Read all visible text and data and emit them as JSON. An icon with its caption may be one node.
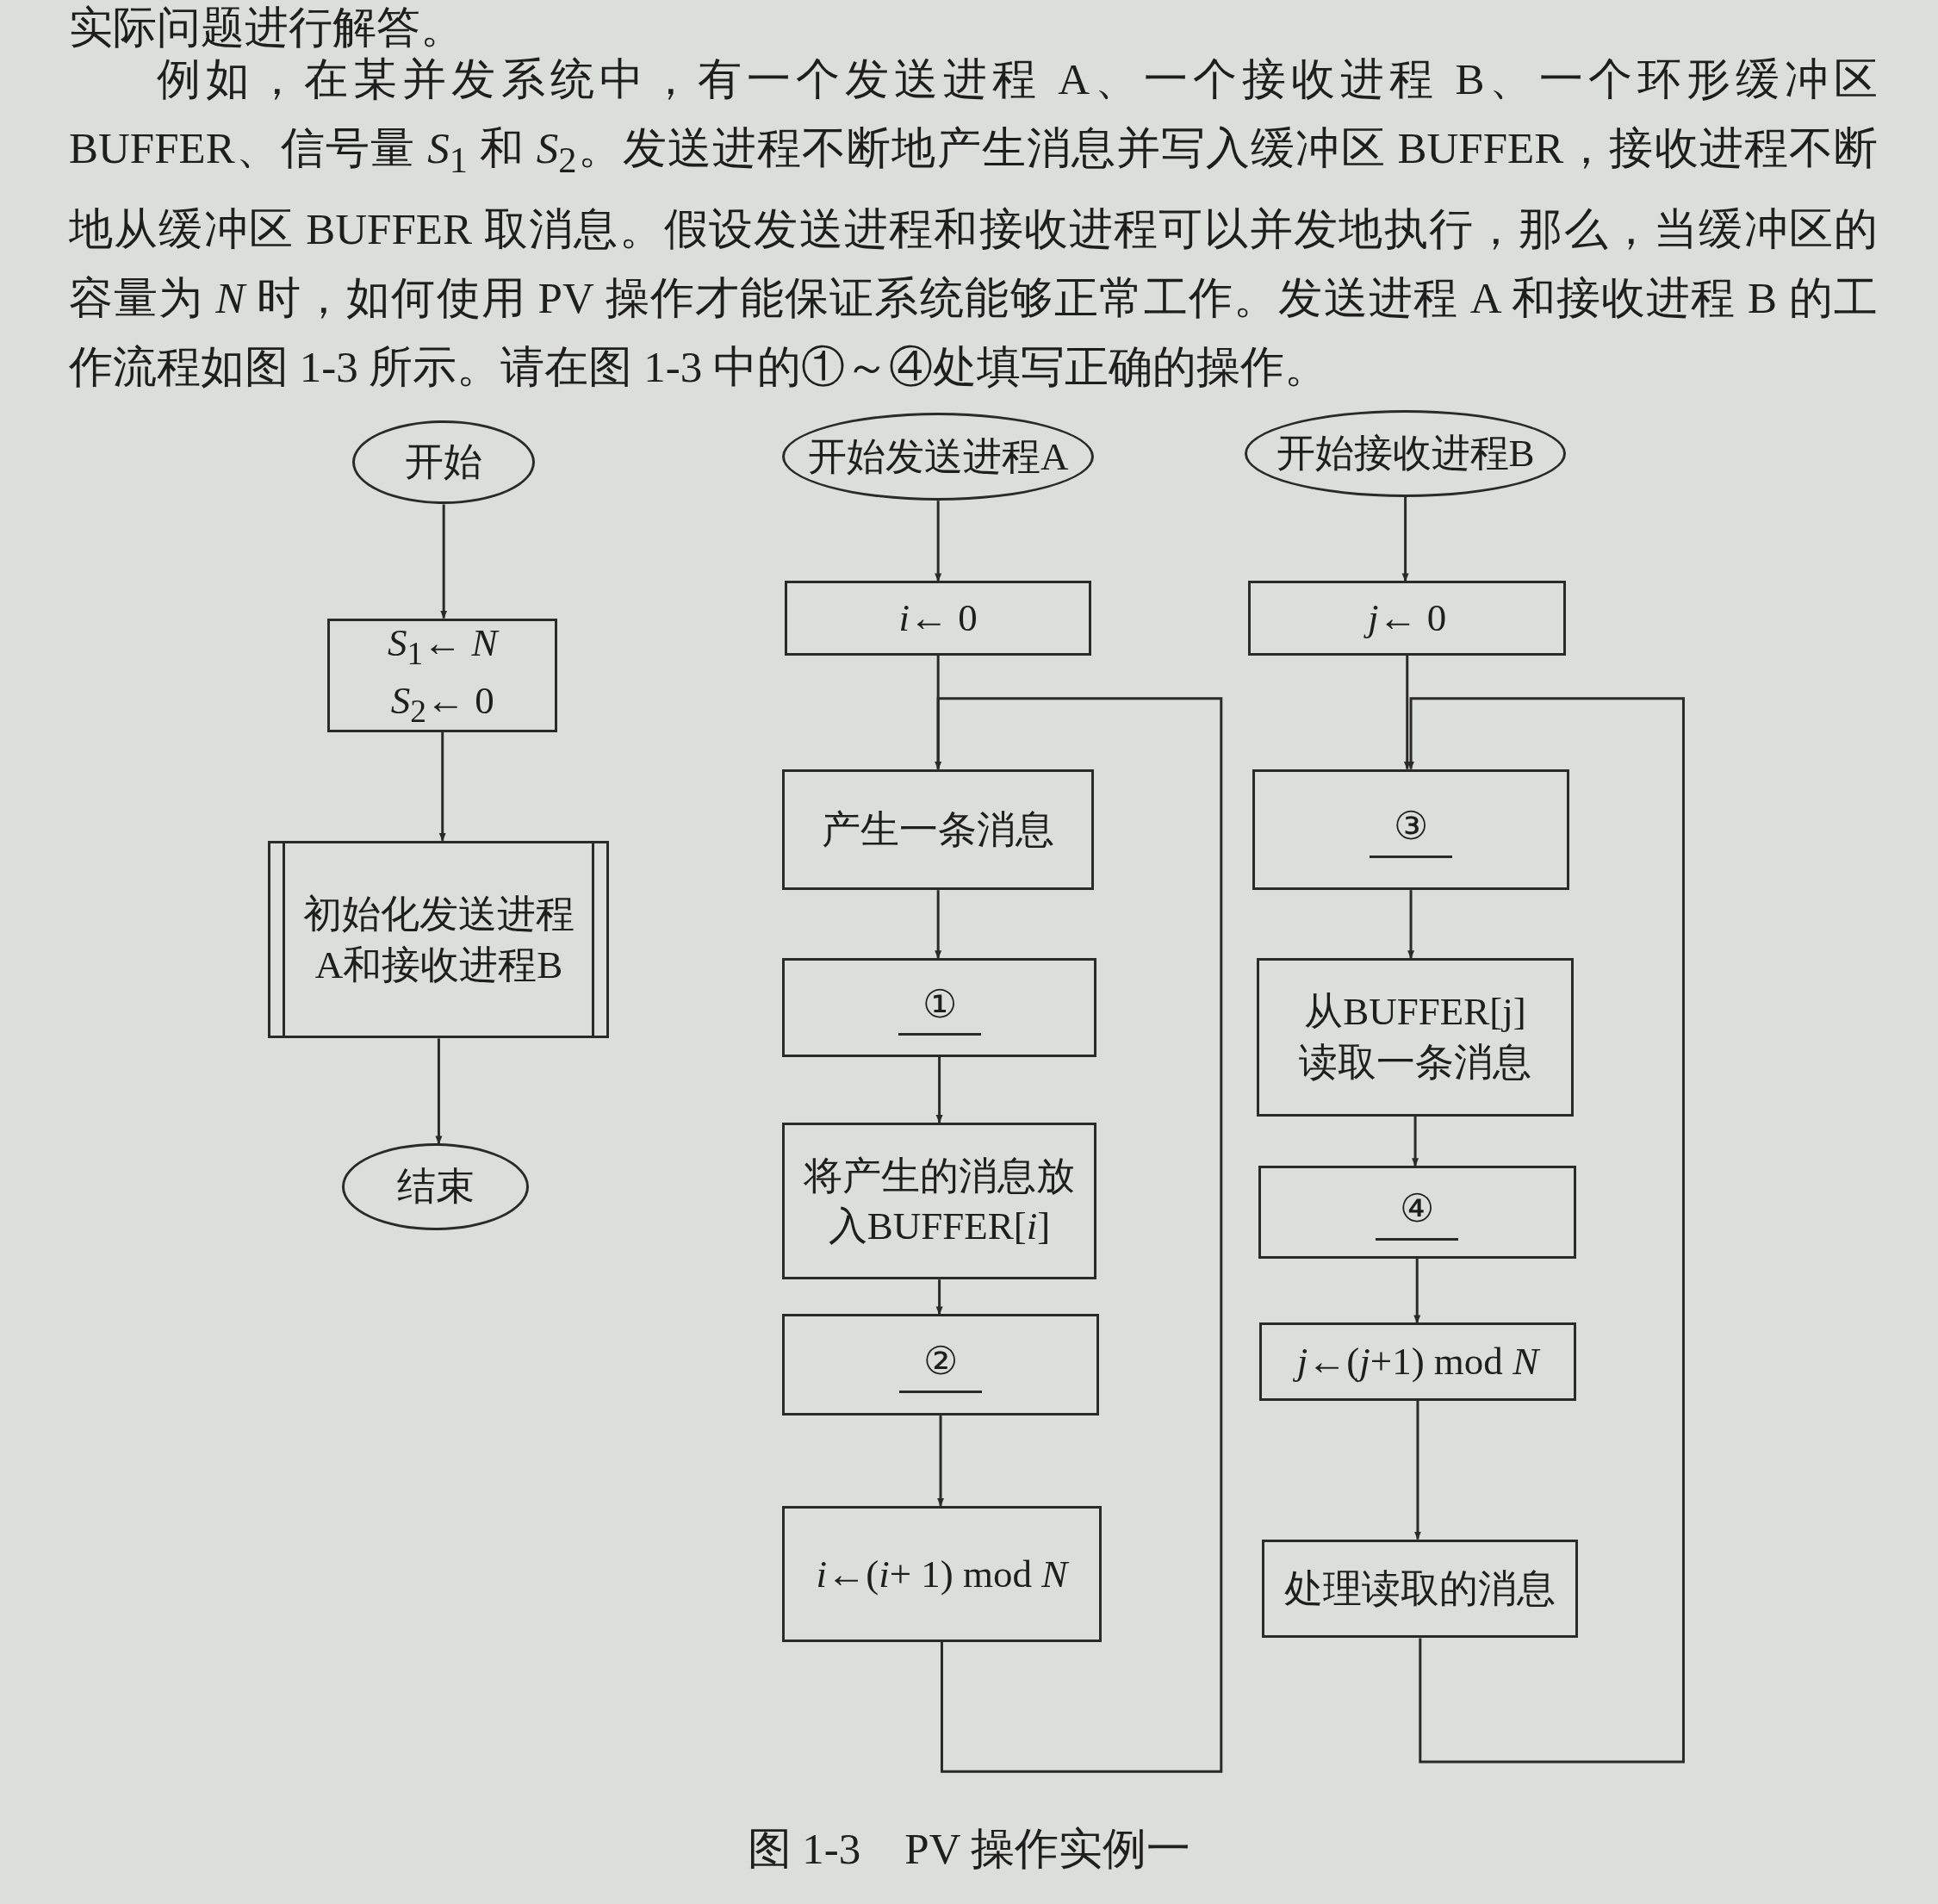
{
  "diagram": {
    "caption": "图 1-3　PV 操作实例一",
    "nodes": [
      {
        "text": [
          "开始"
        ]
      },
      {
        "text": [
          "*S*$_{1}$← *N*",
          "*S*$_{2}$← 0"
        ]
      },
      {
        "text": [
          "初始化发送进程A和接收进程B"
        ]
      },
      {
        "text": [
          "结束"
        ]
      },
      {
        "text": [
          "开始发送进程A"
        ]
      },
      {
        "text": [
          "*i*← 0"
        ]
      },
      {
        "text": [
          "产生一条消息"
        ]
      },
      {
        "text": [
          "①"
        ]
      },
      {
        "text": [
          "将产生的消息放入BUFFER[*i*]"
        ]
      },
      {
        "text": [
          "②"
        ]
      },
      {
        "text": [
          "*i*←(*i*+ 1) mod *N*"
        ]
      },
      {
        "text": [
          "开始接收进程B"
        ]
      },
      {
        "text": [
          "*j*← 0"
        ]
      },
      {
        "text": [
          "③"
        ]
      },
      {
        "text": [
          "从BUFFER[j]读取一条消息"
        ]
      },
      {
        "text": [
          "④"
        ]
      },
      {
        "text": [
          "*j*←(*j*+1) mod *N*"
        ]
      },
      {
        "text": [
          "处理读取的消息"
        ]
      }
    ],
    "edges": [
      {
        "from": 0,
        "to": 1,
        "arrow": "to"
      },
      {
        "from": 1,
        "to": 2,
        "arrow": "to"
      },
      {
        "from": 2,
        "to": 3,
        "arrow": "to"
      },
      {
        "from": 4,
        "to": 5,
        "arrow": "to"
      },
      {
        "from": 5,
        "to": 6,
        "arrow": "to"
      },
      {
        "from": 6,
        "to": 7,
        "arrow": "to"
      },
      {
        "from": 7,
        "to": 8,
        "arrow": "to"
      },
      {
        "from": 8,
        "to": 9,
        "arrow": "to"
      },
      {
        "from": 9,
        "to": 10,
        "arrow": "to"
      },
      {
        "from": 10,
        "to": 6,
        "arrow": "to"
      },
      {
        "from": 11,
        "to": 12,
        "arrow": "to"
      },
      {
        "from": 12,
        "to": 13,
        "arrow": "to"
      },
      {
        "from": 13,
        "to": 14,
        "arrow": "to"
      },
      {
        "from": 14,
        "to": 15,
        "arrow": "to"
      },
      {
        "from": 15,
        "to": 16,
        "arrow": "to"
      },
      {
        "from": 16,
        "to": 17,
        "arrow": "to"
      },
      {
        "from": 17,
        "to": 13,
        "arrow": "to"
      }
    ],
    "labels": [
      "实际问题进行解答。",
      "例如，在某并发系统中，有一个发送进程 A、一个接收进程 B、一个环形缓冲区 BUFFER、信号量 *S*$_{1}$ 和 *S*$_{2}$。发送进程不断地产生消息并写入缓冲区 BUFFER，接收进程不断地从缓冲区 BUFFER 取消息。假设发送进程和接收进程可以并发地执行，那么，当缓冲区的容量为 *N* 时，如何使用 PV 操作才能保证系统能够正常工作。发送进程 A 和接收进程 B 的工作流程如图 1-3 所示。请在图 1-3 中的①～④处填写正确的操作。"
    ]
  }
}
